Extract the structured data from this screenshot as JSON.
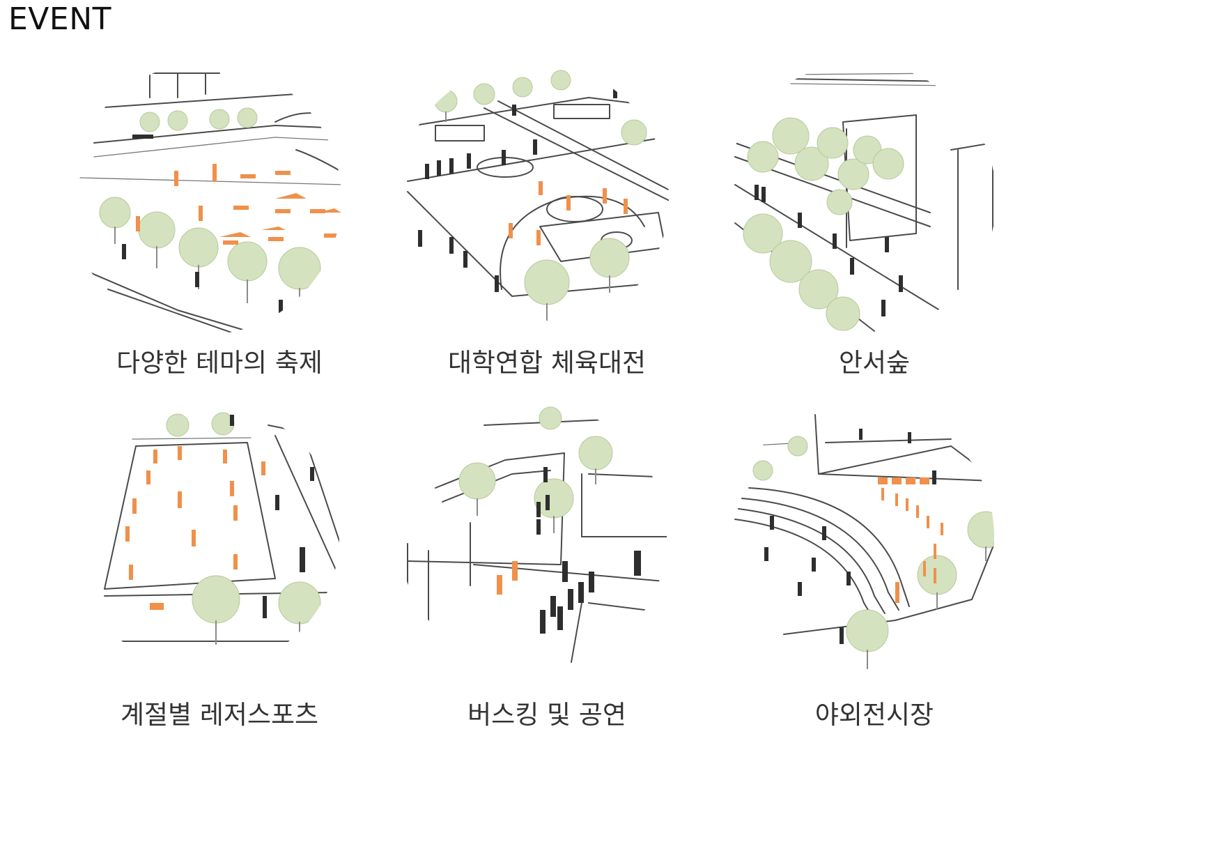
{
  "page": {
    "title": "EVENT"
  },
  "scenes": [
    {
      "id": "festival",
      "caption": "다양한 테마의 축제"
    },
    {
      "id": "sports",
      "caption": "대학연합 체육대전"
    },
    {
      "id": "forest",
      "caption": "안서숲"
    },
    {
      "id": "leisure",
      "caption": "계절별 레저스포츠"
    },
    {
      "id": "busking",
      "caption": "버스킹 및 공연"
    },
    {
      "id": "exhibition",
      "caption": "야외전시장"
    }
  ],
  "colors": {
    "highlight_people": "#f0904a",
    "people": "#2e2e2e",
    "trees": "#d4e2bf"
  }
}
